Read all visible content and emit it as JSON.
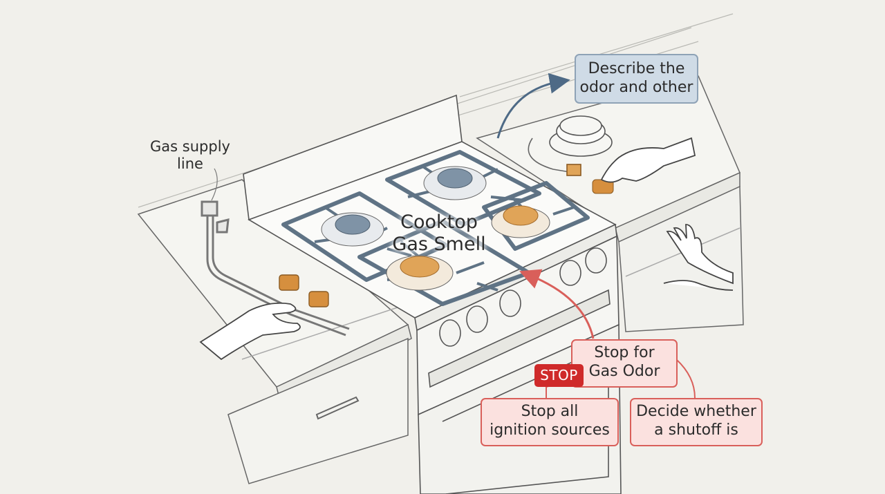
{
  "labels": {
    "gas_supply_line": [
      "Gas supply",
      "line"
    ],
    "center_title": [
      "Cooktop",
      "Gas Smell"
    ]
  },
  "callouts": {
    "describe": [
      "Describe the",
      "odor and other"
    ],
    "stop_for": [
      "Stop for",
      "Gas Odor"
    ],
    "stop_badge": "STOP",
    "stop_ignition": [
      "Stop all",
      "ignition sources"
    ],
    "decide_shutoff": [
      "Decide whether",
      "a shutoff is"
    ]
  },
  "colors": {
    "background": "#f1f0eb",
    "line": "#555555",
    "grate": "#5f7385",
    "burner_cap_blue": "#7f93a6",
    "burner_cap_orange": "#e0a458",
    "knob_orange": "#d68f3e",
    "callout_red_border": "#d95f5a",
    "callout_red_fill": "#fbe1df",
    "stop_badge": "#cf2a2a",
    "callout_blue_border": "#8ea2b6",
    "callout_blue_fill": "#cfdbe6",
    "arrow_blue": "#4e6a86",
    "arrow_red": "#d95f5a"
  }
}
